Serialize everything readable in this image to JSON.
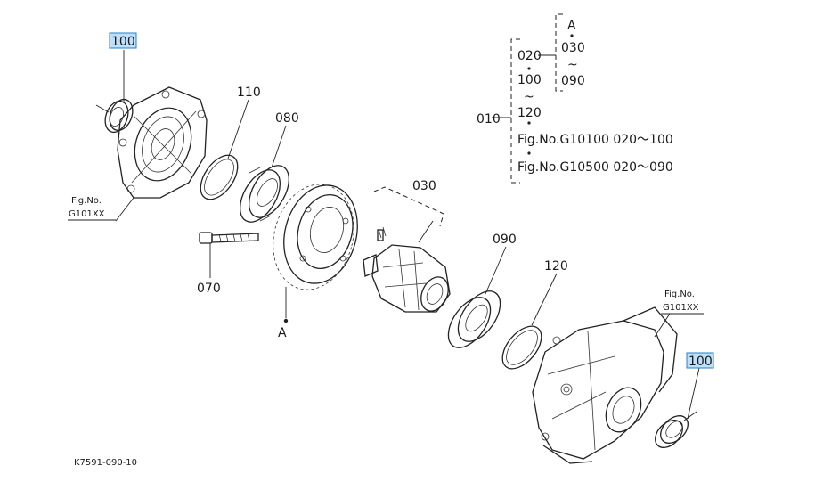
{
  "callouts": {
    "seal_left": "100",
    "seal_right": "100",
    "shim_left": "110",
    "bearing_left": "080",
    "diff_assy": "030",
    "bearing_right": "090",
    "shim_right": "120",
    "bolt": "070",
    "gear_ref": "A",
    "fig_left_line1": "Fig.No.",
    "fig_left_line2": "G101XX",
    "fig_right_line1": "Fig.No.",
    "fig_right_line2": "G101XX"
  },
  "legend": {
    "assembly": "010",
    "a_label": "A",
    "sub_030": "030",
    "tilde1": "~",
    "sub_090": "090",
    "item_020": "020",
    "item_100": "100",
    "tilde2": "~",
    "item_120": "120",
    "ref1": "Fig.No.G10100  020～100",
    "ref2": "Fig.No.G10500  020～090"
  },
  "footer": {
    "drawing_id": "K7591-090-10"
  }
}
